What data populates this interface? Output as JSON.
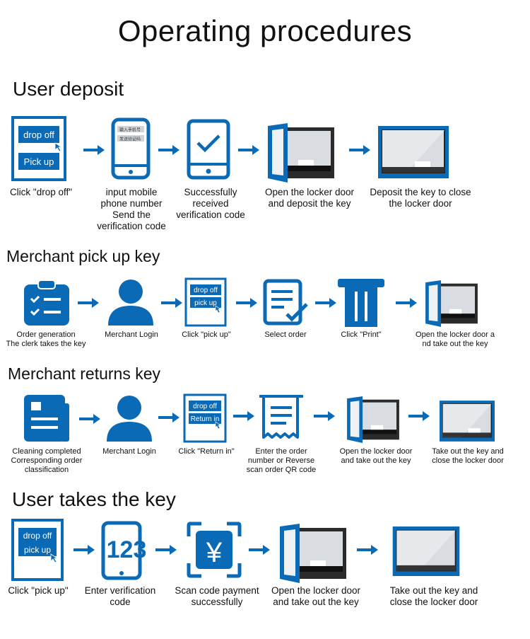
{
  "title": "Operating procedures",
  "colors": {
    "blue": "#0a6ab5",
    "dark": "#111111",
    "glass": "#d9dde2"
  },
  "sections": [
    {
      "title": "User deposit",
      "steps": [
        {
          "caption": "Click \"drop off\"",
          "icon": "kiosk-drop-off-pick-up-icon",
          "buttons": [
            "drop off",
            "Pick up"
          ]
        },
        {
          "caption": "input mobile\nphone number\nSend the\nverification code",
          "icon": "mobile-phone-form-icon",
          "phone_lines": [
            "输入手机号",
            "发送验证码"
          ]
        },
        {
          "caption": "Successfully\nreceived\nverification code",
          "icon": "tablet-checkmark-icon"
        },
        {
          "caption": "Open the locker door\nand deposit the key",
          "icon": "open-locker-icon"
        },
        {
          "caption": "Deposit the key to close\nthe locker door",
          "icon": "closed-locker-icon"
        }
      ]
    },
    {
      "title": "Merchant pick up key",
      "steps": [
        {
          "caption": "Order generation\nThe clerk takes the key",
          "icon": "clipboard-checklist-icon"
        },
        {
          "caption": "Merchant Login",
          "icon": "user-icon"
        },
        {
          "caption": "Click \"pick up\"",
          "icon": "kiosk-drop-off-pick-up-icon",
          "buttons": [
            "drop off",
            "pick up"
          ]
        },
        {
          "caption": "Select order",
          "icon": "document-check-icon"
        },
        {
          "caption": "Click \"Print\"",
          "icon": "printer-receipt-icon"
        },
        {
          "caption": "Open the locker door a\nnd take out the key",
          "icon": "open-locker-icon"
        }
      ]
    },
    {
      "title": "Merchant returns key",
      "steps": [
        {
          "caption": "Cleaning completed\nCorresponding order\nclassification",
          "icon": "document-list-icon"
        },
        {
          "caption": "Merchant Login",
          "icon": "user-icon"
        },
        {
          "caption": "Click \"Return in\"",
          "icon": "kiosk-drop-off-return-in-icon",
          "buttons": [
            "drop off",
            "Return in"
          ]
        },
        {
          "caption": "Enter the order\nnumber or Reverse\nscan order QR code",
          "icon": "receipt-icon"
        },
        {
          "caption": "Open the locker door\nand take out the key",
          "icon": "open-locker-icon"
        },
        {
          "caption": "Take out the key and\nclose the locker door",
          "icon": "closed-locker-icon"
        }
      ]
    },
    {
      "title": "User takes the key",
      "steps": [
        {
          "caption": "Click \"pick up\"",
          "icon": "kiosk-drop-off-pick-up-icon",
          "buttons": [
            "drop off",
            "pick up"
          ]
        },
        {
          "caption": "Enter verification\ncode",
          "icon": "phone-123-icon",
          "digits": "123"
        },
        {
          "caption": "Scan code payment\nsuccessfully",
          "icon": "scan-yuan-icon",
          "symbol": "¥"
        },
        {
          "caption": "Open the locker door\nand take out the key",
          "icon": "open-locker-icon"
        },
        {
          "caption": "Take out the key and\nclose the locker door",
          "icon": "closed-locker-empty-icon"
        }
      ]
    }
  ]
}
